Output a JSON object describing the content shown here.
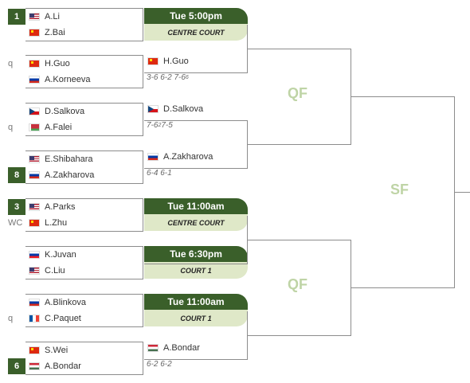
{
  "players": [
    {
      "seed": "1",
      "qualifier": "",
      "a": {
        "name": "A.Li",
        "flag": "usa"
      },
      "b": {
        "name": "Z.Bai",
        "flag": "chn"
      }
    },
    {
      "seed": "",
      "qualifier": "q",
      "a": {
        "name": "H.Guo",
        "flag": "chn"
      },
      "b": {
        "name": "A.Korneeva",
        "flag": "rus"
      }
    },
    {
      "seed": "",
      "qualifier": "q",
      "a": {
        "name": "D.Salkova",
        "flag": "cze"
      },
      "b": {
        "name": "A.Falei",
        "flag": "blr"
      }
    },
    {
      "seed": "8",
      "qualifier": "",
      "a": {
        "name": "E.Shibahara",
        "flag": "usa"
      },
      "b": {
        "name": "A.Zakharova",
        "flag": "rus"
      }
    },
    {
      "seed": "3",
      "qualifier": "WC",
      "a": {
        "name": "A.Parks",
        "flag": "usa"
      },
      "b": {
        "name": "L.Zhu",
        "flag": "chn"
      }
    },
    {
      "seed": "",
      "qualifier": "",
      "a": {
        "name": "K.Juvan",
        "flag": "slo"
      },
      "b": {
        "name": "C.Liu",
        "flag": "usa"
      }
    },
    {
      "seed": "",
      "qualifier": "q",
      "a": {
        "name": "A.Blinkova",
        "flag": "rus"
      },
      "b": {
        "name": "C.Paquet",
        "flag": "fra"
      }
    },
    {
      "seed": "6",
      "qualifier": "",
      "a": {
        "name": "S.Wei",
        "flag": "chn"
      },
      "b": {
        "name": "A.Bondar",
        "flag": "hun"
      }
    }
  ],
  "schedule": {
    "m1": {
      "time": "Tue 5:00pm",
      "court": "CENTRE COURT"
    },
    "m5": {
      "time": "Tue 11:00am",
      "court": "CENTRE COURT"
    },
    "m6": {
      "time": "Tue 6:30pm",
      "court": "COURT 1"
    },
    "m7": {
      "time": "Tue 11:00am",
      "court": "COURT 1"
    }
  },
  "results": {
    "m2": {
      "winner": "H.Guo",
      "flag": "chn",
      "score": "3-6 6-2 7-6",
      "tb": "6",
      "score_after": ""
    },
    "m3": {
      "winner": "D.Salkova",
      "flag": "cze",
      "score": "7-6",
      "tb": "2",
      "score_after": " 7-5"
    },
    "m4": {
      "winner": "A.Zakharova",
      "flag": "rus",
      "score": "6-4 6-1",
      "tb": "",
      "score_after": ""
    },
    "m8": {
      "winner": "A.Bondar",
      "flag": "hun",
      "score": "6-2 6-2",
      "tb": "",
      "score_after": ""
    }
  },
  "rounds": {
    "qf1": "QF",
    "qf2": "QF",
    "sf": "SF"
  },
  "colors": {
    "dark_green": "#3a5f2a",
    "light_green": "#dfe8c8",
    "round_label": "#bfd4a6",
    "line": "#8c8c8c"
  }
}
